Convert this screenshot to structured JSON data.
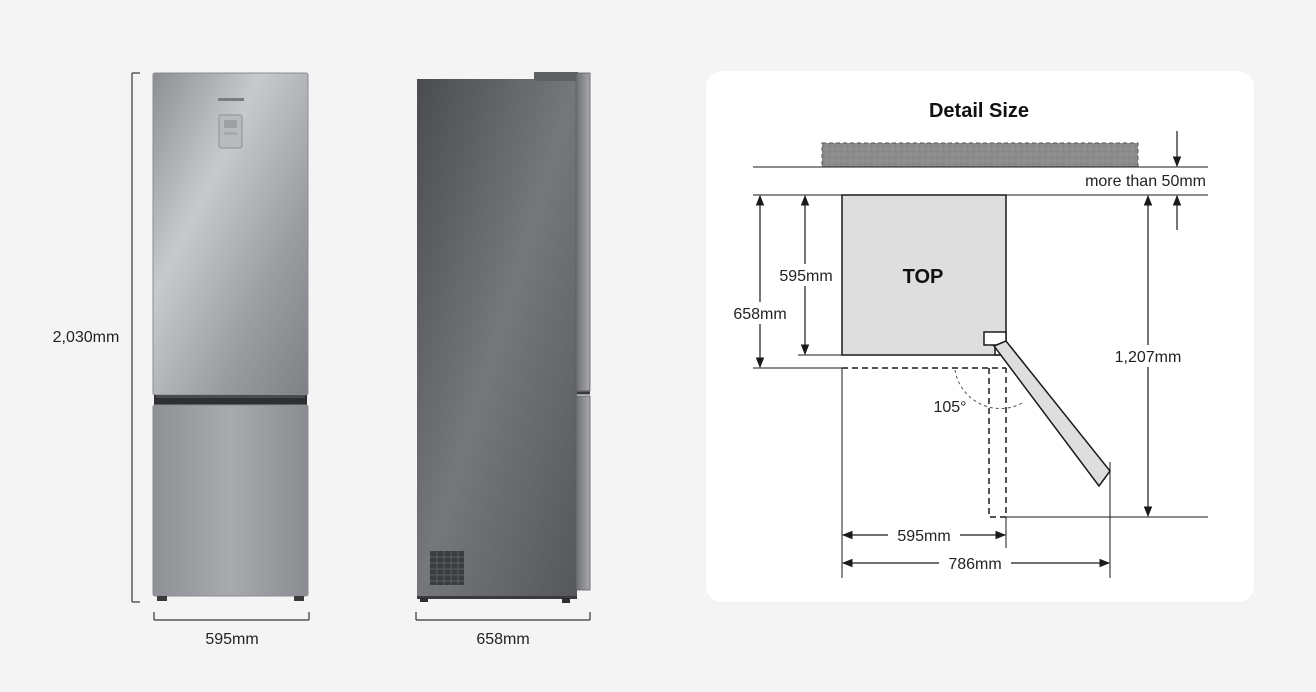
{
  "front_view": {
    "height_label": "2,030mm",
    "width_label": "595mm"
  },
  "side_view": {
    "depth_label": "658mm"
  },
  "detail": {
    "title": "Detail Size",
    "top_label": "TOP",
    "clearance_label": "more than 50mm",
    "body_depth_label": "595mm",
    "total_depth_label": "658mm",
    "door_open_depth_label": "1,207mm",
    "angle_label": "105°",
    "body_width_label": "595mm",
    "door_open_width_label": "786mm"
  },
  "colors": {
    "background": "#f4f4f4",
    "card": "#ffffff",
    "top_fill": "#dedede",
    "wall_fill": "#8c8c8c",
    "line": "#1a1a1a"
  }
}
